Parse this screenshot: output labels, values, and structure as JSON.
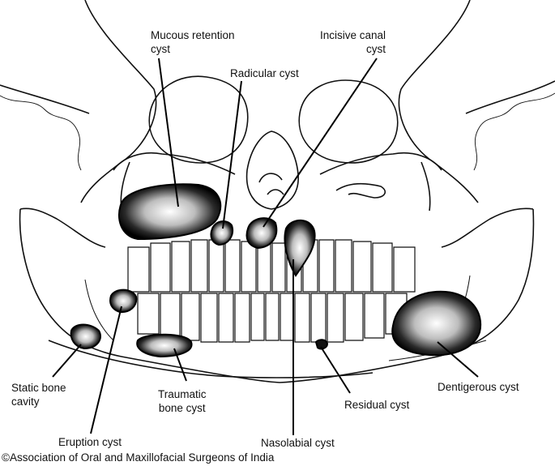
{
  "figure": {
    "labels": {
      "mucous_retention": [
        "Mucous retention",
        "cyst"
      ],
      "radicular": [
        "Radicular cyst"
      ],
      "incisive_canal": [
        "Incisive canal",
        "cyst"
      ],
      "static_bone": [
        "Static bone",
        "cavity"
      ],
      "traumatic": [
        "Traumatic",
        "bone cyst"
      ],
      "residual": [
        "Residual cyst"
      ],
      "dentigerous": [
        "Dentigerous cyst"
      ],
      "eruption": [
        "Eruption cyst"
      ],
      "nasolabial": [
        "Nasolabial cyst"
      ]
    },
    "credit": "©Association of Oral and Maxillofacial Surgeons of India"
  }
}
